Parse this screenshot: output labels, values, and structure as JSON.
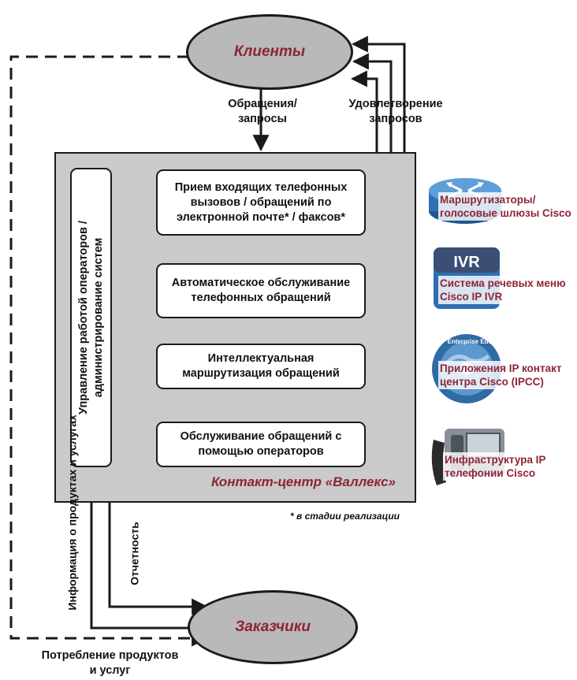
{
  "diagram": {
    "clients_label": "Клиенты",
    "customers_label": "Заказчики",
    "requests_label": "Обращения/ запросы",
    "satisfaction_label": "Удовлетворение запросов",
    "mgmt_box_label": "Управление работой операторов / администрирование систем",
    "process_boxes": [
      "Прием входящих телефонных вызовов / обращений по электронной почте* / факсов*",
      "Автоматическое обслуживание телефонных обращений",
      "Интеллектуальная маршрутизация обращений",
      "Обслуживание обращений с помощью операторов"
    ],
    "contact_center_title": "Контакт-центр «Валлекс»",
    "footnote": "* в стадии реализации",
    "info_label": "Информация о продуктах и услугах",
    "reporting_label": "Отчетность",
    "consumption_label": "Потребление продуктов и услуг"
  },
  "panels": [
    {
      "icon": "router-icon",
      "label": "Маршрутизаторы/ голосовые шлюзы Cisco"
    },
    {
      "icon": "ivr-icon",
      "icon_text": "IVR",
      "label": "Система речевых меню Cisco IP IVR"
    },
    {
      "icon": "globe-disc-icon",
      "icon_text": "Enterprise Edition",
      "label": "Приложения IP контакт центра Cisco (IPCC)"
    },
    {
      "icon": "ip-phone-icon",
      "label": "Инфраструктура IP телефонии Cisco"
    }
  ],
  "colors": {
    "accent": "#8e2437",
    "ellipse_fill": "#b9b9b9",
    "center_fill": "#cacaca",
    "panel_blue": "#2d6fb3"
  }
}
